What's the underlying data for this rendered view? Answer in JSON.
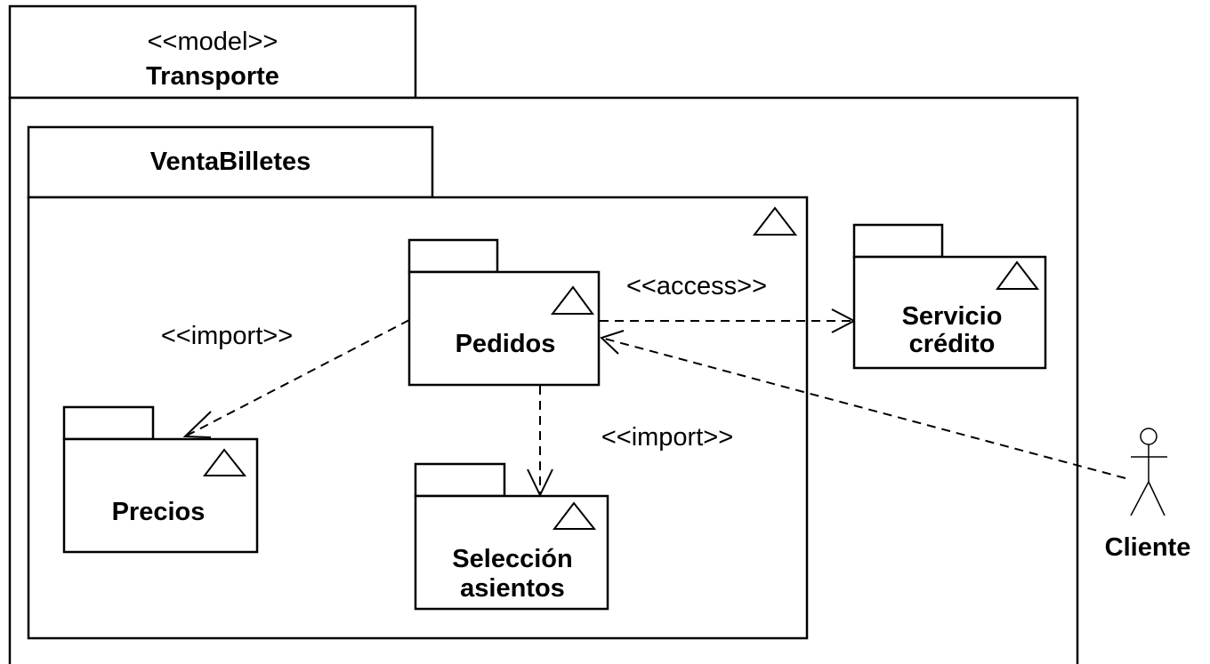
{
  "model": {
    "stereotype": "<<model>>",
    "name": "Transporte"
  },
  "subsystem": {
    "name": "VentaBilletes"
  },
  "packages": {
    "pedidos": "Pedidos",
    "precios": "Precios",
    "seleccion_line1": "Selección",
    "seleccion_line2": "asientos",
    "servicio_line1": "Servicio",
    "servicio_line2": "crédito"
  },
  "dependencies": {
    "import_precios": "<<import>>",
    "import_seleccion": "<<import>>",
    "access_servicio": "<<access>>"
  },
  "actor": {
    "name": "Cliente"
  }
}
